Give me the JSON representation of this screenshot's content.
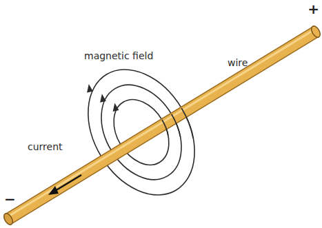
{
  "diagram": {
    "labels": [
      "+",
      "magnetic field",
      "wire",
      "current",
      "−"
    ]
  }
}
